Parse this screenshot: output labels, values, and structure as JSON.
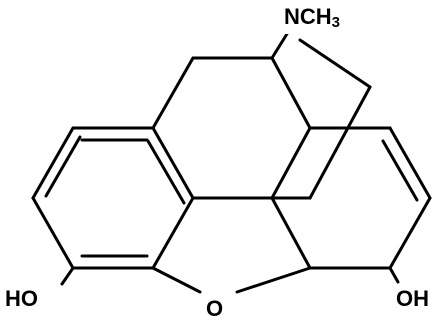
{
  "molecule": {
    "atoms": {
      "amine": {
        "text": "NCH",
        "subscript": "3"
      },
      "phenol_hydroxyl": {
        "text": "HO"
      },
      "bridge_oxygen": {
        "text": "O"
      },
      "allylic_hydroxyl": {
        "text": "OH"
      }
    },
    "colors": {
      "bond": "#000000",
      "label": "#000000",
      "background": "#ffffff"
    }
  }
}
